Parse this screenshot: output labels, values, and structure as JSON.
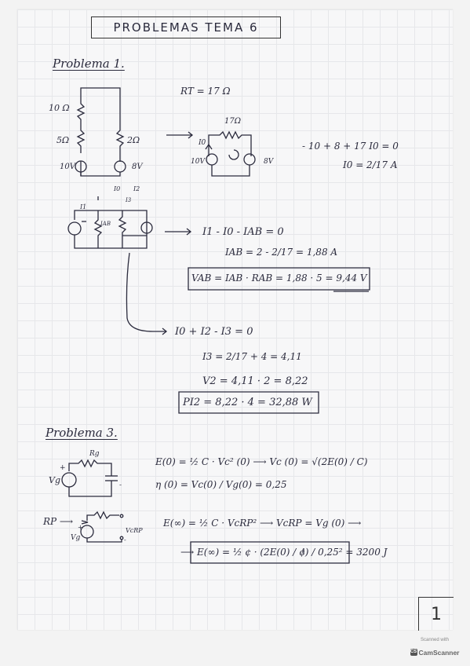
{
  "document": {
    "title": "PROBLEMAS  TEMA  6",
    "page_number": "1"
  },
  "problem1": {
    "heading": "Problema  1.",
    "rt_eq": "RT = 17 Ω",
    "circuit1": {
      "r1": "10 Ω",
      "r2": "5Ω",
      "r3": "2Ω",
      "v1": "10V",
      "v2": "8V"
    },
    "circuit2": {
      "r": "17Ω",
      "i0": "I0",
      "v1": "10V",
      "v2": "8V"
    },
    "kvl_eq": "- 10 + 8 + 17 I0 = 0",
    "i0_eq": "I0 = 2/17 A",
    "circuit3": {
      "i0": "I0",
      "i2": "I2",
      "i1": "I1",
      "i3": "I3",
      "iab": "IAB"
    },
    "eq_kcl1": "I1 - I0 - IAB = 0",
    "eq_iab": "IAB = 2 - 2/17 = 1,88 A",
    "eq_vab": "VAB = IAB · RAB = 1,88 · 5 = 9,44 V",
    "eq_kcl2": "I0 + I2 - I3 = 0",
    "eq_i3": "I3 = 2/17 + 4 = 4,11",
    "eq_v2": "V2 = 4,11 · 2 = 8,22",
    "eq_p": "PI2 = 8,22 · 4 = 32,88 W"
  },
  "problem3": {
    "heading": "Problema  3.",
    "circuit_a": {
      "rg": "Rg",
      "vg": "Vg",
      "plus": "+",
      "minus": "-"
    },
    "eq_e0": "E(0) = ½ C · Vc² (0) ⟶ Vc (0) = √(2E(0) / C)",
    "eq_eta": "η (0) = Vc(0) / Vg(0) = 0,25",
    "rp_label": "RP ⟶",
    "circuit_b": {
      "vg": "Vg",
      "vcrp": "VcRP",
      "plus": "+",
      "minus": "-"
    },
    "eq_einf": "E(∞) = ½ C · VcRP² ⟶ VcRP = Vg (0) ⟶",
    "eq_einf2": "⟶ E(∞) = ½ ¢ · (2E(0) / ¢) / 0,25² = 3200 J"
  },
  "watermark": {
    "scanned_with": "Scanned with",
    "brand": "CamScanner",
    "logo": "CS"
  }
}
